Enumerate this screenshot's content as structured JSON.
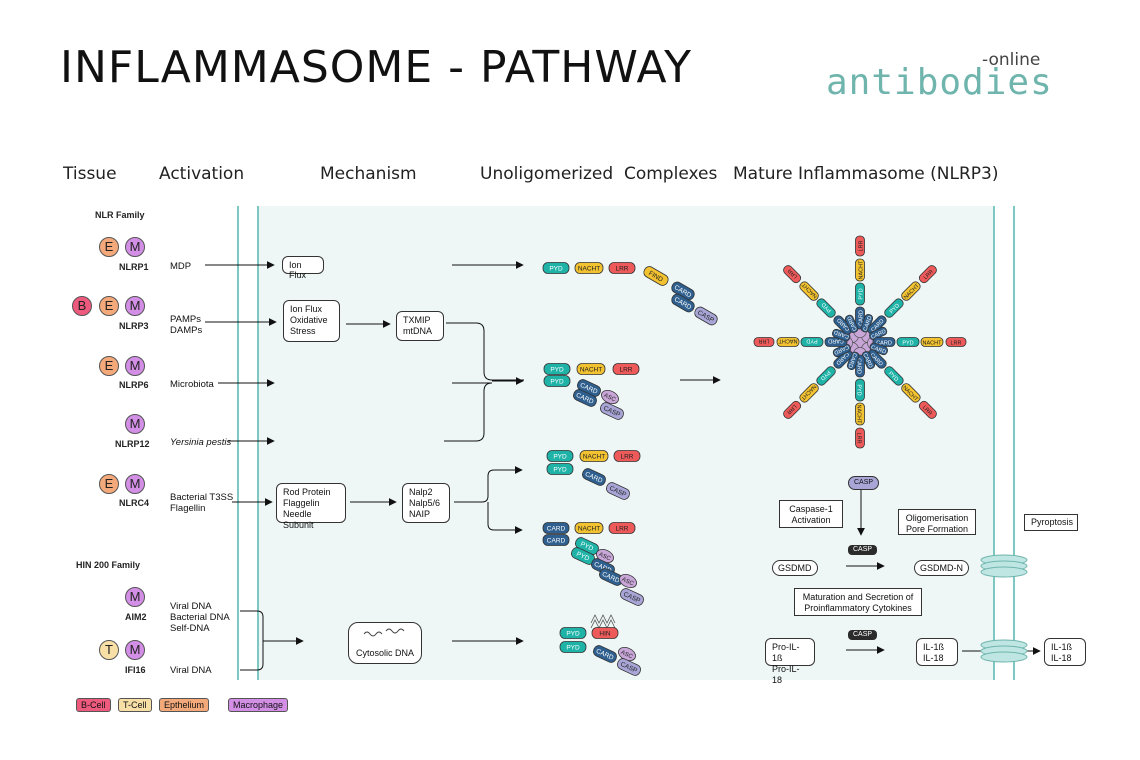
{
  "title": "INFLAMMASOME - PATHWAY",
  "logo": {
    "main": "antibodies",
    "sup": "-online"
  },
  "columns": [
    "Tissue",
    "Activation",
    "Mechanism",
    "Unoligomerized  Complexes",
    "Mature Inflammasome (NLRP3)"
  ],
  "families": {
    "nlr": "NLR Family",
    "hin": "HIN 200 Family"
  },
  "genes": [
    "NLRP1",
    "NLRP3",
    "NLRP6",
    "NLRP12",
    "NLRC4",
    "AIM2",
    "IFI16"
  ],
  "tissue_letters": {
    "b": "B",
    "e": "E",
    "m": "M",
    "t": "T"
  },
  "activation": {
    "nlrp1": "MDP",
    "nlrp3_1": "PAMPs",
    "nlrp3_2": "DAMPs",
    "nlrp6": "Microbiota",
    "nlrp12": "Yersinia pestis",
    "nlrc4_1": "Bacterial T3SS",
    "nlrc4_2": "Flagellin",
    "aim2_1": "Viral DNA",
    "aim2_2": "Bacterial DNA",
    "aim2_3": "Self-DNA",
    "ifi16": "Viral DNA"
  },
  "mechanism": {
    "ion_flux": "Ion Flux",
    "stress_1": "Ion Flux",
    "stress_2": "Oxidative",
    "stress_3": "Stress",
    "txnip_1": "TXMIP",
    "txnip_2": "mtDNA",
    "rod_1": "Rod Protein",
    "rod_2": "Flaggelin",
    "rod_3": "Needle Subunit",
    "nalp_1": "Nalp2",
    "nalp_2": "Nalp5/6",
    "nalp_3": "NAIP",
    "cytosolic": "Cytosolic DNA"
  },
  "domains": {
    "pyd": "PYD",
    "nacht": "NACHT",
    "lrr": "LRR",
    "find": "FIND",
    "card": "CARD",
    "casp": "CASP",
    "asc": "ASC",
    "hin": "HIN"
  },
  "mature": {
    "casp1_1": "Caspase-1",
    "casp1_2": "Activation",
    "oligo_1": "Oligomerisation",
    "oligo_2": "Pore Formation",
    "pyroptosis": "Pyroptosis",
    "gsdmd": "GSDMD",
    "gsdmdn": "GSDMD-N",
    "matur_1": "Maturation and Secretion of",
    "matur_2": "Proinflammatory Cytokines",
    "pro_1": "Pro-IL-1ß",
    "pro_2": "Pro-IL-18",
    "il_1": "IL-1ß",
    "il_2": "IL-18",
    "out_1": "IL-1ß",
    "out_2": "IL-18"
  },
  "legend": [
    "B-Cell",
    "T-Cell",
    "Epthelium",
    "Macrophage"
  ],
  "colors": {
    "pyd": "#1fb3a8",
    "nacht": "#f2c230",
    "lrr": "#ee5a5a",
    "find": "#f2c230",
    "card": "#2e5f8e",
    "casp": "#a9a5d6",
    "asc": "#c8a6d8",
    "hin": "#ee5a5a",
    "b_cell": "#ee5a7e",
    "t_cell": "#f7dfa6",
    "epithelium": "#f4a97a",
    "macrophage": "#d38ee6",
    "membrane": "#7ec8c2",
    "cytoplasm": "#eef6f6"
  }
}
